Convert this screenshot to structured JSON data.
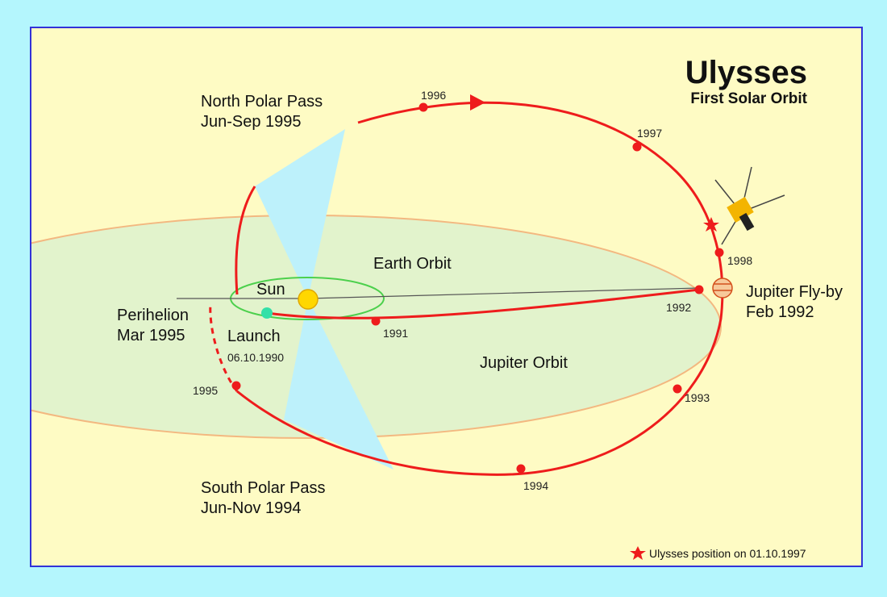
{
  "title": "Ulysses",
  "subtitle": "First Solar Orbit",
  "labels": {
    "north_pass": "North Polar Pass",
    "north_dates": "Jun-Sep 1995",
    "south_pass": "South Polar Pass",
    "south_dates": "Jun-Nov 1994",
    "earth_orbit": "Earth Orbit",
    "jupiter_orbit": "Jupiter Orbit",
    "sun": "Sun",
    "perihelion": "Perihelion",
    "perihelion_date": "Mar 1995",
    "launch": "Launch",
    "launch_date": "06.10.1990",
    "jupiter_flyby": "Jupiter Fly-by",
    "jupiter_flyby_date": "Feb 1992"
  },
  "years": {
    "y1991": "1991",
    "y1992": "1992",
    "y1993": "1993",
    "y1994": "1994",
    "y1995": "1995",
    "y1996": "1996",
    "y1997": "1997",
    "y1998": "1998"
  },
  "legend": {
    "text": "Ulysses position on 01.10.1997"
  },
  "colors": {
    "background": "#b4f6fd",
    "panel": "#fefbc4",
    "border": "#3232d8",
    "orbit_red": "#ee1c1c",
    "jupiter_orbit_fill": "#e2f3cc",
    "jupiter_orbit_edge": "#f3b880",
    "earth_orbit_edge": "#4cd04c",
    "sun": "#ffd700",
    "polar_cone": "#bdf1fb",
    "launch_dot": "#33e0a8"
  },
  "icons": [
    "sun-icon",
    "jupiter-icon",
    "spacecraft-icon",
    "star-icon"
  ]
}
